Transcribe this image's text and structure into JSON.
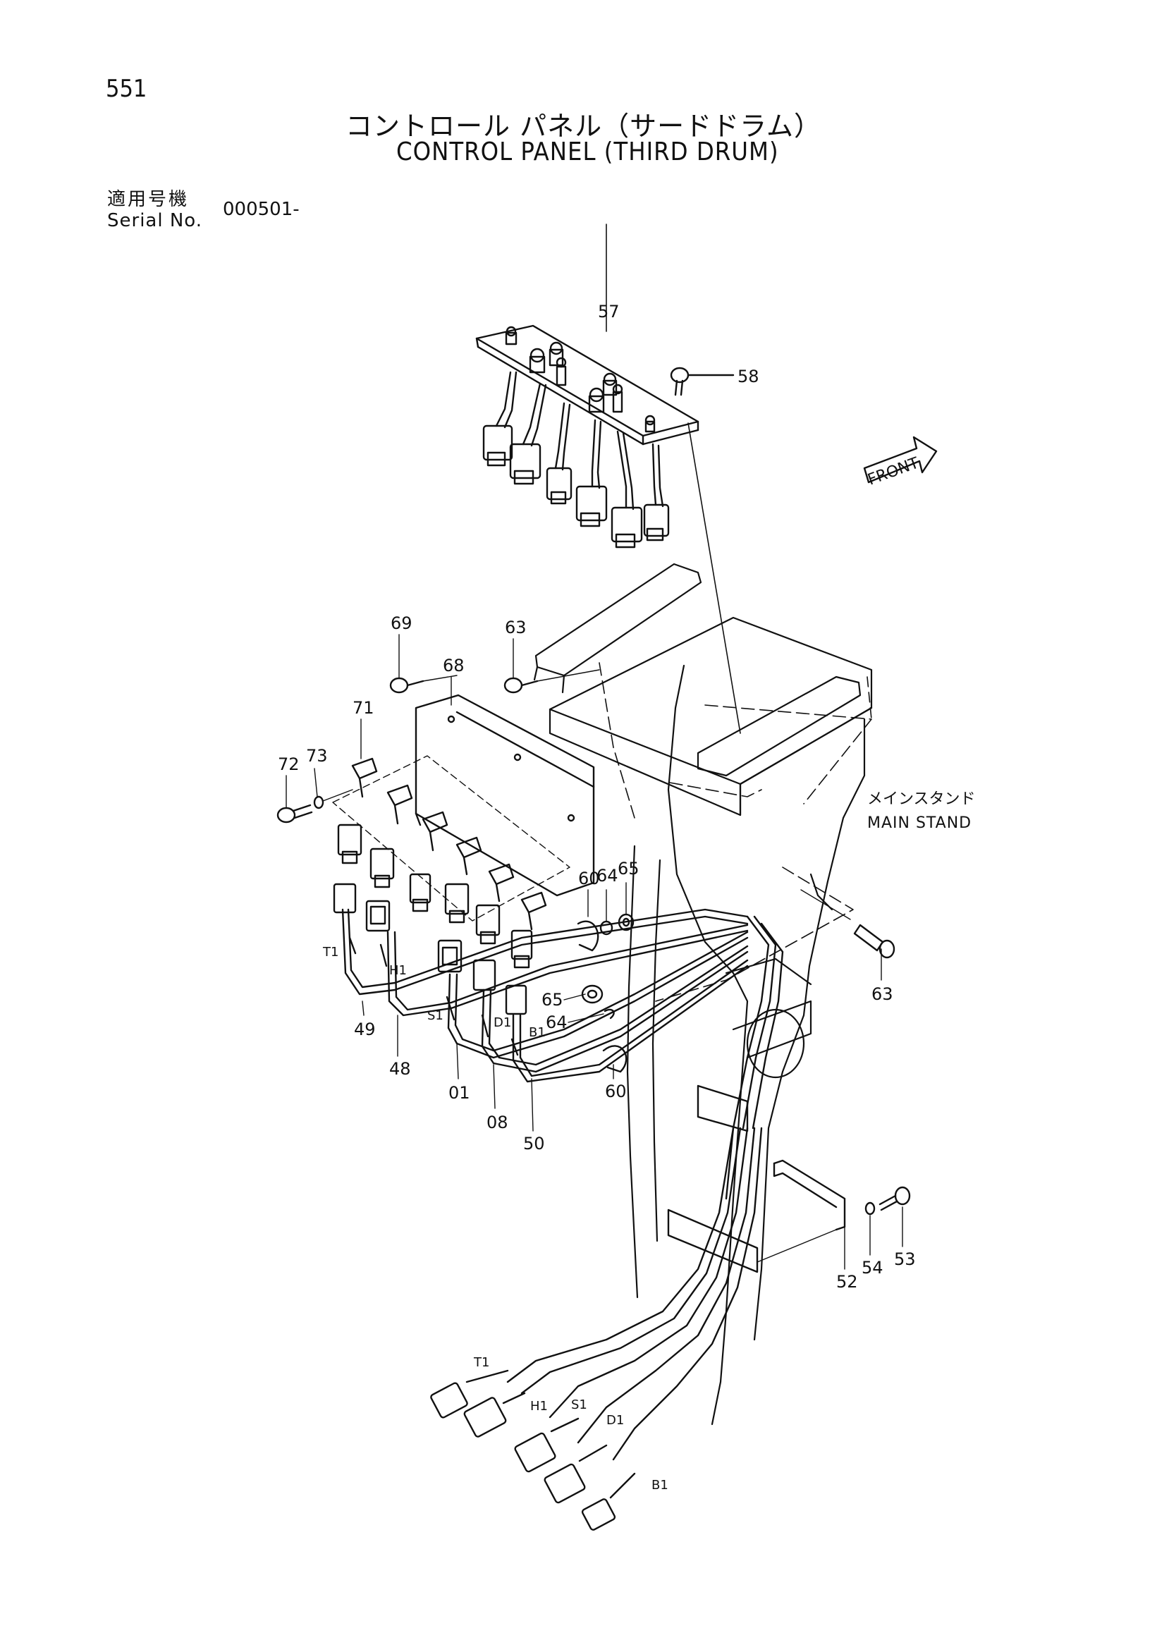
{
  "header": {
    "page_number": "551",
    "title_jp": "コントロール パネル（サードドラム）",
    "title_en": "CONTROL PANEL (THIRD DRUM)",
    "serial_label_jp": "適用号機",
    "serial_label_en": "Serial No.",
    "serial_value": "000501-"
  },
  "labels": {
    "front": "FRONT",
    "main_stand_jp": "メインスタンド",
    "main_stand_en": "MAIN STAND"
  },
  "part_numbers": {
    "p57": "57",
    "p58": "58",
    "p69": "69",
    "p63a": "63",
    "p68": "68",
    "p71": "71",
    "p72": "72",
    "p73": "73",
    "p60a": "60",
    "p64a": "64",
    "p65a": "65",
    "p63b": "63",
    "p65b": "65",
    "p64b": "64",
    "p60b": "60",
    "p49": "49",
    "p48": "48",
    "p01": "01",
    "p08": "08",
    "p50": "50",
    "p52": "52",
    "p54": "54",
    "p53": "53"
  },
  "wire_tags": {
    "t1_top": "T1",
    "h1_top": "H1",
    "s1_top": "S1",
    "d1_top": "D1",
    "b1_top": "B1",
    "t1_bot": "T1",
    "h1_bot": "H1",
    "s1_bot": "S1",
    "d1_bot": "D1",
    "b1_bot": "B1"
  }
}
